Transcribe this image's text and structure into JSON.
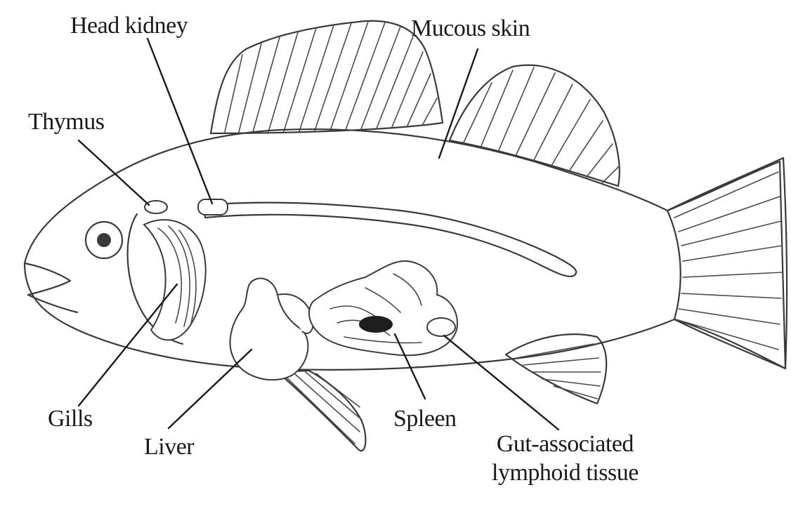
{
  "labels": {
    "head_kidney": "Head kidney",
    "mucous_skin": "Mucous skin",
    "thymus": "Thymus",
    "gills": "Gills",
    "liver": "Liver",
    "spleen": "Spleen",
    "galt_line1": "Gut-associated",
    "galt_line2": "lymphoid tissue"
  }
}
